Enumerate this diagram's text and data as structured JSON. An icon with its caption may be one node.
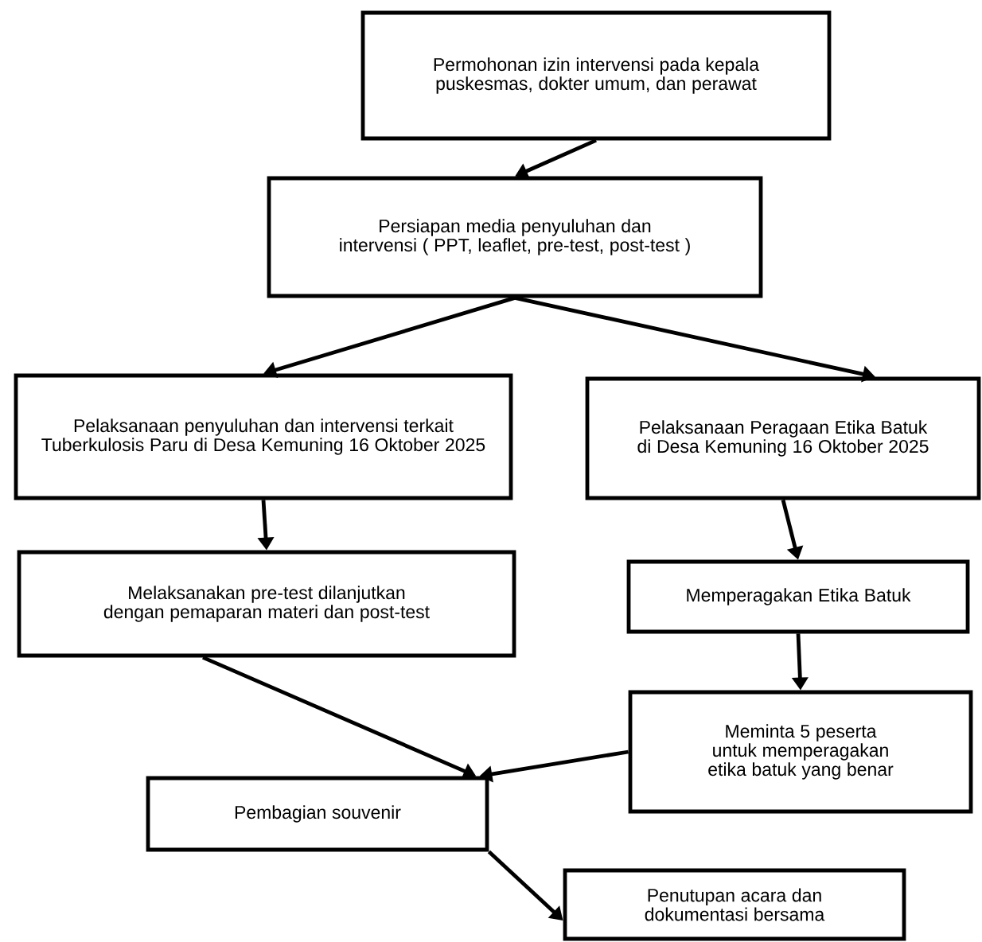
{
  "diagram": {
    "nodes": [
      {
        "text": [
          "Permohonan izin intervensi pada kepala puskesmas, dokter umum, dan perawat"
        ]
      },
      {
        "text": [
          "Persiapan media penyuluhan dan intervensi ( PPT, leaflet, pre-test, post-test )"
        ]
      },
      {
        "text": [
          "Pelaksanaan penyuluhan dan intervensi terkait Tuberkulosis Paru di Desa Kemuning 16 Oktober 2025"
        ]
      },
      {
        "text": [
          "Pelaksanaan Peragaan Etika Batuk di Desa Kemuning 16 Oktober 2025"
        ]
      },
      {
        "text": [
          "Melaksanakan pre-test dilanjutkan dengan pemaparan materi dan post-test"
        ]
      },
      {
        "text": [
          "Memperagakan Etika Batuk"
        ]
      },
      {
        "text": [
          "Meminta 5 peserta untuk memperagakan etika batuk yang benar"
        ]
      },
      {
        "text": [
          "Pembagian souvenir"
        ]
      },
      {
        "text": [
          "Penutupan acara dan dokumentasi bersama"
        ]
      }
    ],
    "edges": [
      {
        "from": 0,
        "to": 1,
        "arrow": "to"
      },
      {
        "from": 1,
        "to": 2,
        "arrow": "to"
      },
      {
        "from": 1,
        "to": 3,
        "arrow": "to"
      },
      {
        "from": 2,
        "to": 4,
        "arrow": "to"
      },
      {
        "from": 3,
        "to": 5,
        "arrow": "to"
      },
      {
        "from": 5,
        "to": 6,
        "arrow": "to"
      },
      {
        "from": 4,
        "to": 7,
        "arrow": "to"
      },
      {
        "from": 6,
        "to": 7,
        "arrow": "to"
      },
      {
        "from": 7,
        "to": 8,
        "arrow": "to"
      }
    ]
  }
}
